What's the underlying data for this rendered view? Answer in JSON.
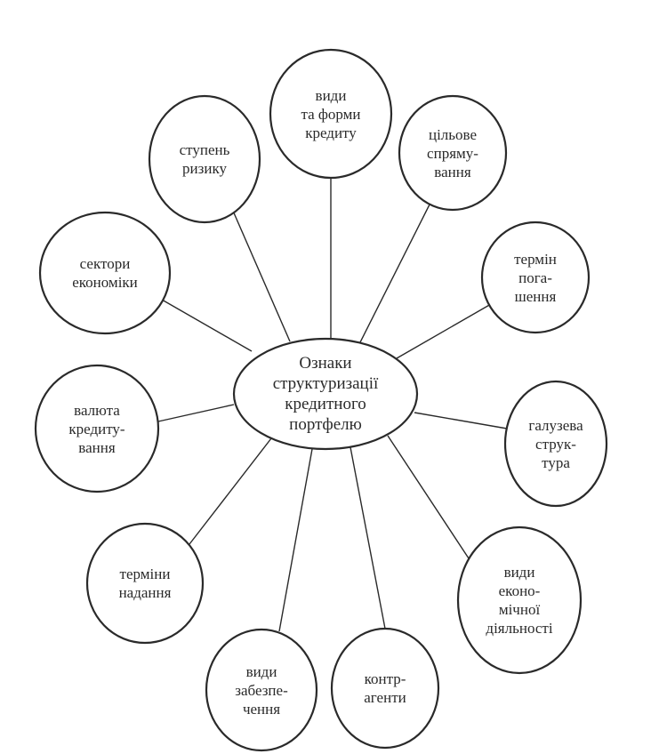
{
  "diagram": {
    "center": {
      "label": "Ознаки\nструктуризації\nкредитного\nпортфелю"
    },
    "nodes": [
      {
        "label": "види\nта форми\nкредиту"
      },
      {
        "label": "цільове\nспряму-\nвання"
      },
      {
        "label": "термін\nпога-\nшення"
      },
      {
        "label": "галузева\nструк-\nтура"
      },
      {
        "label": "види\nеконо-\nмічної\nдіяльності"
      },
      {
        "label": "контр-\nагенти"
      },
      {
        "label": "види\nзабезпе-\nчення"
      },
      {
        "label": "терміни\nнадання"
      },
      {
        "label": "валюта\nкредиту-\nвання"
      },
      {
        "label": "сектори\nекономіки"
      },
      {
        "label": "ступень\nризику"
      }
    ]
  }
}
